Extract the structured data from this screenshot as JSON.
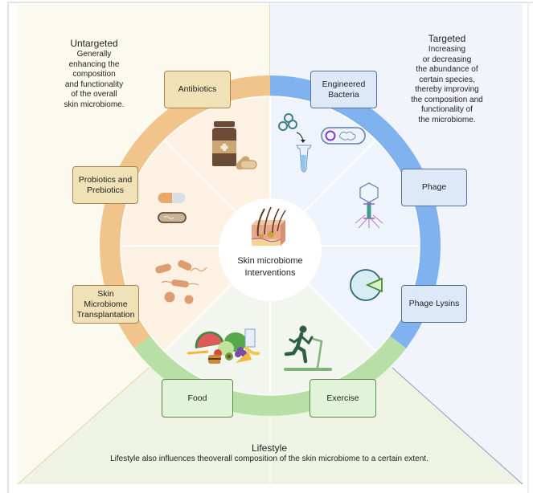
{
  "center": {
    "title_line1": "Skin microbiome",
    "title_line2": "Interventions",
    "icon": "skin-cross-section-icon"
  },
  "untargeted": {
    "heading": "Untargeted",
    "lines": [
      "Generally",
      "enhancing the",
      "composition",
      "and functionality",
      "of the overall",
      "skin microbiome."
    ],
    "color": "#f0c48a"
  },
  "targeted": {
    "heading": "Targeted",
    "lines": [
      "Increasing",
      "or decreasing",
      "the abundance of",
      "certain species,",
      "thereby improving",
      "the composition and",
      "functionality of",
      "the microbiome."
    ],
    "color": "#7fb2ee"
  },
  "lifestyle": {
    "heading": "Lifestyle",
    "text": "Lifestyle also influences theoverall composition of the skin microbiome to a certain extent.",
    "color": "#b8e0a6"
  },
  "interventions": {
    "antibiotics": {
      "label": "Antibiotics",
      "icon": "medicine-bottle-icon"
    },
    "probiotics": {
      "label_line1": "Probiotics and",
      "label_line2": "Prebiotics",
      "icon": "capsule-icon"
    },
    "transplantation": {
      "label_line1": "Skin Microbiome",
      "label_line2": "Transplantation",
      "icon": "bacteria-icon"
    },
    "engineered": {
      "label_line1": "Engineered",
      "label_line2": "Bacteria",
      "icon": "plasmid-tube-icon"
    },
    "phage": {
      "label": "Phage",
      "icon": "bacteriophage-icon"
    },
    "lysins": {
      "label": "Phage Lysins",
      "icon": "lysin-enzyme-icon"
    },
    "food": {
      "label": "Food",
      "icon": "food-icon"
    },
    "exercise": {
      "label": "Exercise",
      "icon": "treadmill-runner-icon"
    }
  }
}
